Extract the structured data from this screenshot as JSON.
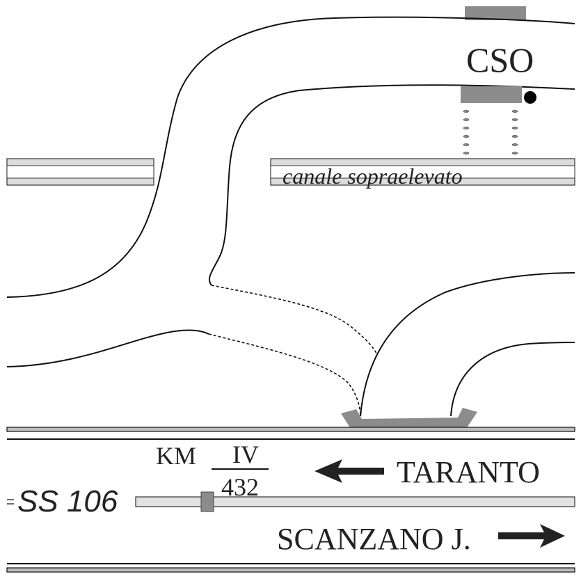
{
  "labels": {
    "cso": "CSO",
    "canal": "canale sopraelevato",
    "km_prefix": "KM",
    "km_numerator": "IV",
    "km_denominator": "432",
    "road": "SS 106",
    "direction_taranto": "TARANTO",
    "direction_scanzano": "SCANZANO J."
  },
  "icons": {
    "arrow_left": "arrow-left-icon",
    "arrow_right": "arrow-right-icon"
  },
  "colors": {
    "structure_grey": "#8c8c8c",
    "band_fill": "#dcdcdc",
    "line": "#111111"
  }
}
